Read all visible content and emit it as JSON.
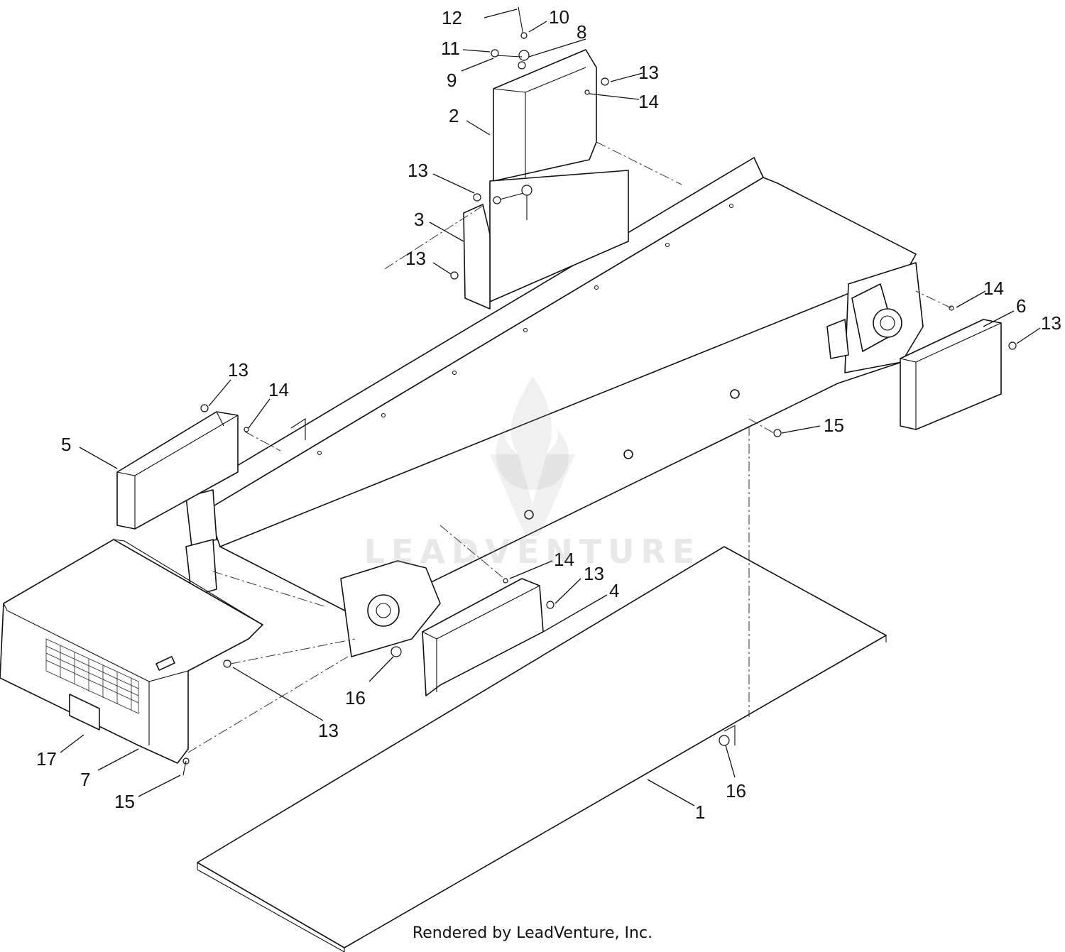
{
  "diagram": {
    "callouts": [
      "12",
      "10",
      "8",
      "11",
      "9",
      "13",
      "14",
      "2",
      "13",
      "3",
      "13",
      "14",
      "6",
      "13",
      "13",
      "14",
      "5",
      "15",
      "14",
      "13",
      "4",
      "16",
      "13",
      "17",
      "7",
      "15",
      "16",
      "1"
    ]
  },
  "watermark": {
    "text": "LEADVENTURE"
  },
  "footer": {
    "text": "Rendered by LeadVenture, Inc."
  }
}
